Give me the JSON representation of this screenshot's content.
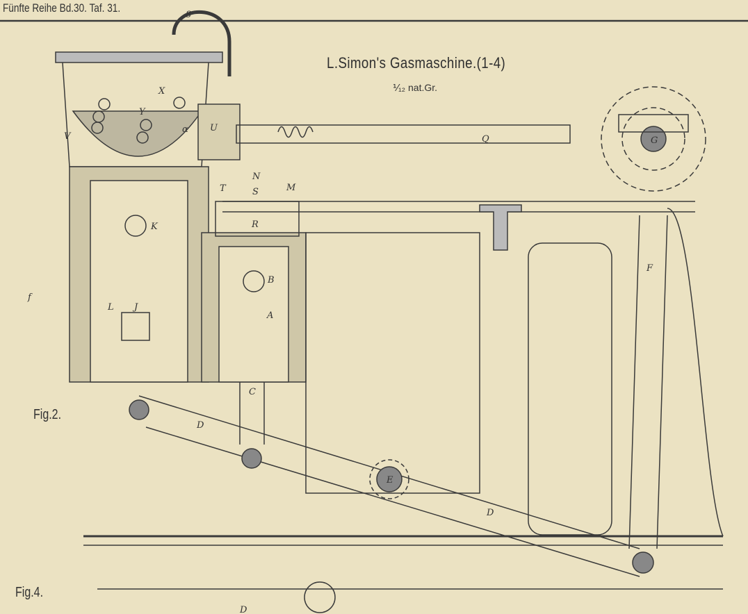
{
  "header": {
    "series": "Fünfte Reihe Bd.30. Taf. 31."
  },
  "title": "L.Simon's Gasmaschine.(1-4)",
  "scale": "⅟₁₂ nat.Gr.",
  "figures": [
    "Fig.2.",
    "Fig.4."
  ],
  "part_labels": {
    "pipe": "8",
    "X": "X",
    "Y": "Y",
    "V": "V",
    "alpha": "α",
    "U": "U",
    "Q": "Q",
    "G": "G",
    "N": "N",
    "S": "S",
    "M": "M",
    "T": "T",
    "R": "R",
    "K": "K",
    "B": "B",
    "A": "A",
    "L": "L",
    "J": "J",
    "f": "f",
    "F": "F",
    "C": "C",
    "D1": "D",
    "D2": "D",
    "E": "E",
    "D3": "D"
  },
  "colors": {
    "paper": "#ebe2c2",
    "ink": "#3a3a3a"
  }
}
